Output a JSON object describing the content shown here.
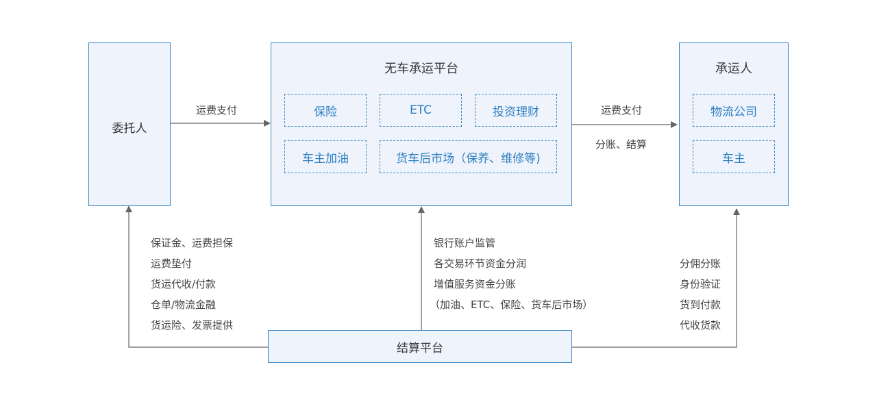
{
  "nodes": {
    "consignor": {
      "label": "委托人"
    },
    "platform": {
      "title": "无车承运平台",
      "services": [
        "保险",
        "ETC",
        "投资理财",
        "车主加油",
        "货车后市场（保养、维修等)"
      ]
    },
    "carrier": {
      "title": "承运人",
      "items": [
        "物流公司",
        "车主"
      ]
    },
    "settlement": {
      "label": "结算平台"
    }
  },
  "edges": {
    "consignor_to_platform": "运费支付",
    "platform_to_carrier": [
      "运费支付",
      "分账、结算"
    ]
  },
  "notes": {
    "consignor": [
      "保证金、运费担保",
      "运费垫付",
      "货运代收/付款",
      "仓单/物流金融",
      "货运险、发票提供"
    ],
    "platform": [
      "银行账户监管",
      "各交易环节资金分润",
      "增值服务资金分账",
      "（加油、ETC、保险、货车后市场）"
    ],
    "carrier": [
      "分佣分账",
      "身份验证",
      "货到付款",
      "代收货款"
    ]
  },
  "colors": {
    "box_fill": "#eef3fc",
    "border": "#3a87c4",
    "service_text": "#2e7fc0",
    "line": "#666666"
  }
}
